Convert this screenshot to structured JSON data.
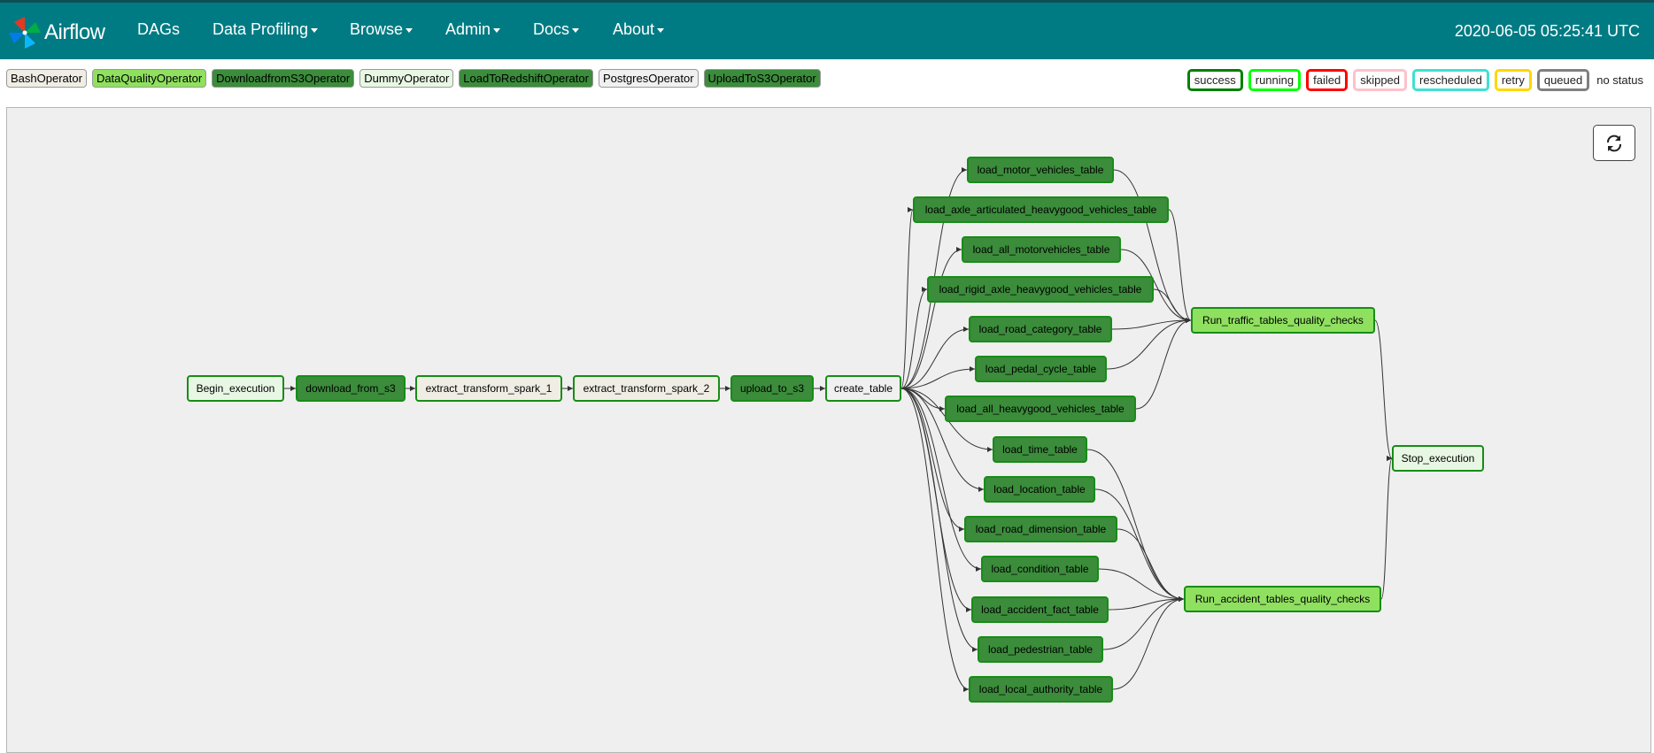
{
  "navbar": {
    "brand": "Airflow",
    "items": [
      "DAGs",
      "Data Profiling",
      "Browse",
      "Admin",
      "Docs",
      "About"
    ],
    "time": "2020-06-05 05:25:41 UTC",
    "color": "#017b83"
  },
  "operators": [
    {
      "label": "BashOperator",
      "color": "#f0ede4"
    },
    {
      "label": "DataQualityOperator",
      "color": "#8fe05f"
    },
    {
      "label": "DownloadfromS3Operator",
      "color": "#3b8c3b"
    },
    {
      "label": "DummyOperator",
      "color": "#e8f7e4"
    },
    {
      "label": "LoadToRedshiftOperator",
      "color": "#3b8c3b"
    },
    {
      "label": "PostgresOperator",
      "color": "#f0f0f0"
    },
    {
      "label": "UploadToS3Operator",
      "color": "#3b8c3b"
    }
  ],
  "states": [
    {
      "label": "success",
      "color": "#008000"
    },
    {
      "label": "running",
      "color": "#00ff00"
    },
    {
      "label": "failed",
      "color": "#ff0000"
    },
    {
      "label": "skipped",
      "color": "#ffc0cb"
    },
    {
      "label": "rescheduled",
      "color": "#40e0d0"
    },
    {
      "label": "retry",
      "color": "#ffd700"
    },
    {
      "label": "queued",
      "color": "#808080"
    }
  ],
  "no_status_label": "no status",
  "graph": {
    "refresh_icon": "refresh-icon",
    "nodes": [
      {
        "id": "Begin_execution",
        "label": "Begin_execution",
        "operator": "DummyOperator"
      },
      {
        "id": "download_from_s3",
        "label": "download_from_s3",
        "operator": "DownloadfromS3Operator"
      },
      {
        "id": "extract_transform_spark_1",
        "label": "extract_transform_spark_1",
        "operator": "BashOperator"
      },
      {
        "id": "extract_transform_spark_2",
        "label": "extract_transform_spark_2",
        "operator": "BashOperator"
      },
      {
        "id": "upload_to_s3",
        "label": "upload_to_s3",
        "operator": "UploadToS3Operator"
      },
      {
        "id": "create_table",
        "label": "create_table",
        "operator": "PostgresOperator"
      },
      {
        "id": "load_motor_vehicles_table",
        "label": "load_motor_vehicles_table",
        "operator": "LoadToRedshiftOperator"
      },
      {
        "id": "load_axle_articulated_heavygood_vehicles_table",
        "label": "load_axle_articulated_heavygood_vehicles_table",
        "operator": "LoadToRedshiftOperator"
      },
      {
        "id": "load_all_motorvehicles_table",
        "label": "load_all_motorvehicles_table",
        "operator": "LoadToRedshiftOperator"
      },
      {
        "id": "load_rigid_axle_heavygood_vehicles_table",
        "label": "load_rigid_axle_heavygood_vehicles_table",
        "operator": "LoadToRedshiftOperator"
      },
      {
        "id": "load_road_category_table",
        "label": "load_road_category_table",
        "operator": "LoadToRedshiftOperator"
      },
      {
        "id": "load_pedal_cycle_table",
        "label": "load_pedal_cycle_table",
        "operator": "LoadToRedshiftOperator"
      },
      {
        "id": "load_all_heavygood_vehicles_table",
        "label": "load_all_heavygood_vehicles_table",
        "operator": "LoadToRedshiftOperator"
      },
      {
        "id": "load_time_table",
        "label": "load_time_table",
        "operator": "LoadToRedshiftOperator"
      },
      {
        "id": "load_location_table",
        "label": "load_location_table",
        "operator": "LoadToRedshiftOperator"
      },
      {
        "id": "load_road_dimension_table",
        "label": "load_road_dimension_table",
        "operator": "LoadToRedshiftOperator"
      },
      {
        "id": "load_condition_table",
        "label": "load_condition_table",
        "operator": "LoadToRedshiftOperator"
      },
      {
        "id": "load_accident_fact_table",
        "label": "load_accident_fact_table",
        "operator": "LoadToRedshiftOperator"
      },
      {
        "id": "load_pedestrian_table",
        "label": "load_pedestrian_table",
        "operator": "LoadToRedshiftOperator"
      },
      {
        "id": "load_local_authority_table",
        "label": "load_local_authority_table",
        "operator": "LoadToRedshiftOperator"
      },
      {
        "id": "Run_traffic_tables_quality_checks",
        "label": "Run_traffic_tables_quality_checks",
        "operator": "DataQualityOperator"
      },
      {
        "id": "Run_accident_tables_quality_checks",
        "label": "Run_accident_tables_quality_checks",
        "operator": "DataQualityOperator"
      },
      {
        "id": "Stop_execution",
        "label": "Stop_execution",
        "operator": "DummyOperator"
      }
    ],
    "edges": [
      [
        "Begin_execution",
        "download_from_s3"
      ],
      [
        "download_from_s3",
        "extract_transform_spark_1"
      ],
      [
        "extract_transform_spark_1",
        "extract_transform_spark_2"
      ],
      [
        "extract_transform_spark_2",
        "upload_to_s3"
      ],
      [
        "upload_to_s3",
        "create_table"
      ],
      [
        "create_table",
        "load_motor_vehicles_table"
      ],
      [
        "create_table",
        "load_axle_articulated_heavygood_vehicles_table"
      ],
      [
        "create_table",
        "load_all_motorvehicles_table"
      ],
      [
        "create_table",
        "load_rigid_axle_heavygood_vehicles_table"
      ],
      [
        "create_table",
        "load_road_category_table"
      ],
      [
        "create_table",
        "load_pedal_cycle_table"
      ],
      [
        "create_table",
        "load_all_heavygood_vehicles_table"
      ],
      [
        "create_table",
        "load_time_table"
      ],
      [
        "create_table",
        "load_location_table"
      ],
      [
        "create_table",
        "load_road_dimension_table"
      ],
      [
        "create_table",
        "load_condition_table"
      ],
      [
        "create_table",
        "load_accident_fact_table"
      ],
      [
        "create_table",
        "load_pedestrian_table"
      ],
      [
        "create_table",
        "load_local_authority_table"
      ],
      [
        "load_motor_vehicles_table",
        "Run_traffic_tables_quality_checks"
      ],
      [
        "load_axle_articulated_heavygood_vehicles_table",
        "Run_traffic_tables_quality_checks"
      ],
      [
        "load_all_motorvehicles_table",
        "Run_traffic_tables_quality_checks"
      ],
      [
        "load_rigid_axle_heavygood_vehicles_table",
        "Run_traffic_tables_quality_checks"
      ],
      [
        "load_road_category_table",
        "Run_traffic_tables_quality_checks"
      ],
      [
        "load_pedal_cycle_table",
        "Run_traffic_tables_quality_checks"
      ],
      [
        "load_all_heavygood_vehicles_table",
        "Run_traffic_tables_quality_checks"
      ],
      [
        "load_time_table",
        "Run_accident_tables_quality_checks"
      ],
      [
        "load_location_table",
        "Run_accident_tables_quality_checks"
      ],
      [
        "load_road_dimension_table",
        "Run_accident_tables_quality_checks"
      ],
      [
        "load_condition_table",
        "Run_accident_tables_quality_checks"
      ],
      [
        "load_accident_fact_table",
        "Run_accident_tables_quality_checks"
      ],
      [
        "load_pedestrian_table",
        "Run_accident_tables_quality_checks"
      ],
      [
        "load_local_authority_table",
        "Run_accident_tables_quality_checks"
      ],
      [
        "Run_traffic_tables_quality_checks",
        "Stop_execution"
      ],
      [
        "Run_accident_tables_quality_checks",
        "Stop_execution"
      ]
    ]
  }
}
